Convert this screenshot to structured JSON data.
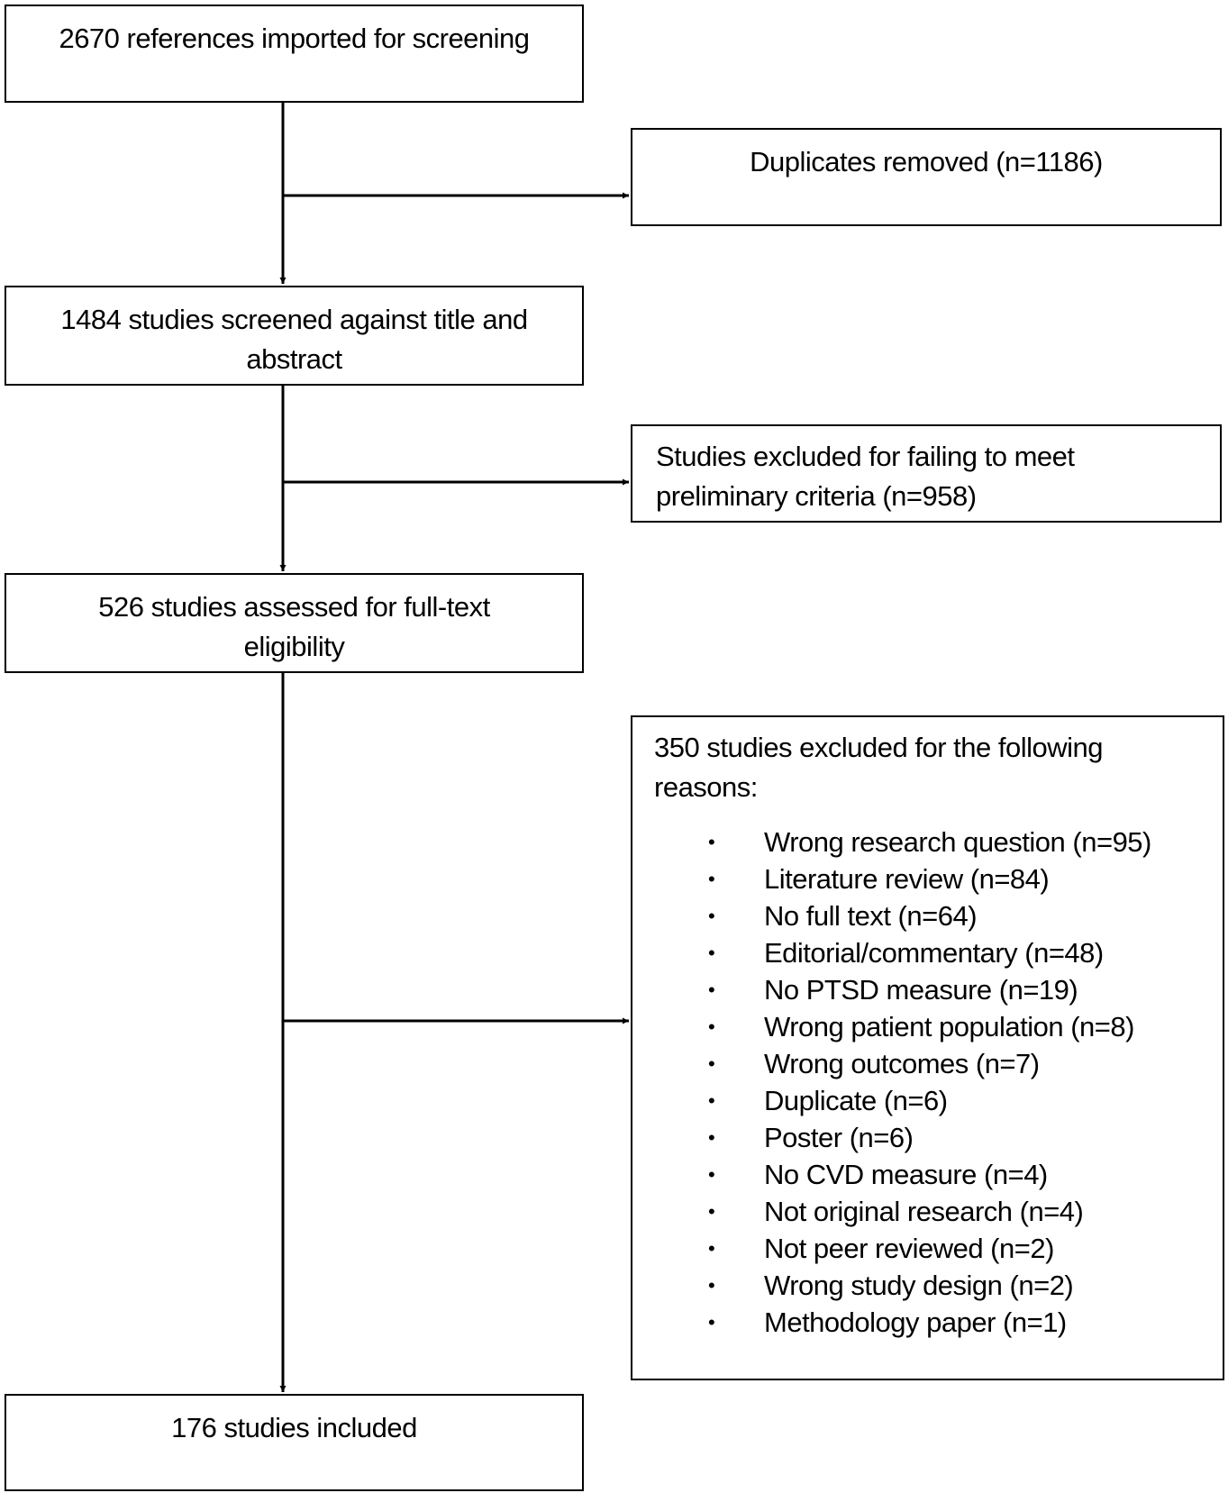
{
  "flow": {
    "identified": "2670  references imported for screening",
    "duplicates": "Duplicates removed (n=1186)",
    "screened_line1": "1484  studies screened against title  and",
    "screened_line2": "abstract",
    "prelim_line1": "Studies excluded for failing to meet",
    "prelim_line2": "preliminary criteria  (n=958)",
    "fulltext_line1": "526 studies assessed for full-text",
    "fulltext_line2": "eligibility",
    "excluded_line1": "350  studies excluded for the following",
    "excluded_line2": "reasons:",
    "included": "176  studies included"
  },
  "bullet_glyph": "•",
  "exclusion_reasons": [
    "Wrong research question (n=95)",
    "Literature review (n=84)",
    "No full text (n=64)",
    "Editorial/commentary (n=48)",
    "No PTSD measure (n=19)",
    "Wrong patient population (n=8)",
    "Wrong outcomes (n=7)",
    "Duplicate (n=6)",
    "Poster (n=6)",
    "No CVD measure (n=4)",
    "Not original research (n=4)",
    "Not peer reviewed (n=2)",
    "Wrong study design (n=2)",
    "Methodology paper (n=1)"
  ]
}
